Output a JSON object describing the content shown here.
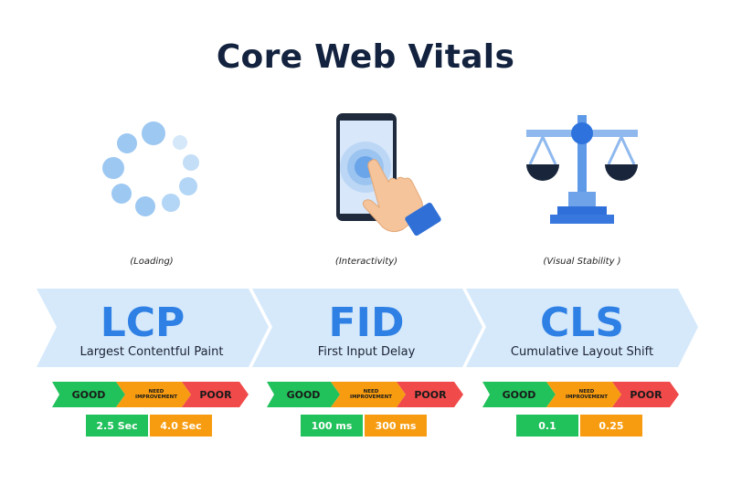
{
  "title": "Core Web Vitals",
  "colors": {
    "title": "#13233f",
    "accent_blue": "#2f80e4",
    "band_light": "#d5e9fb",
    "good": "#21c15b",
    "needs_improvement": "#f79c10",
    "poor": "#f04a4a"
  },
  "rating_labels": {
    "good": "GOOD",
    "needs_improvement": "NEED IMPROVEMENT",
    "poor": "POOR"
  },
  "metrics": [
    {
      "caption": "(Loading)",
      "abbr": "LCP",
      "name": "Largest Contentful Paint",
      "icon": "loading-spinner-icon",
      "thresholds": [
        "2.5 Sec",
        "4.0 Sec"
      ]
    },
    {
      "caption": "(Interactivity)",
      "abbr": "FID",
      "name": "First Input Delay",
      "icon": "touch-phone-icon",
      "thresholds": [
        "100 ms",
        "300 ms"
      ]
    },
    {
      "caption": "(Visual Stability )",
      "abbr": "CLS",
      "name": "Cumulative Layout Shift",
      "icon": "balance-scale-icon",
      "thresholds": [
        "0.1",
        "0.25"
      ]
    }
  ]
}
